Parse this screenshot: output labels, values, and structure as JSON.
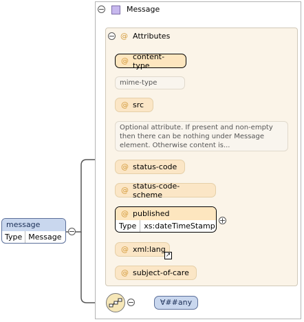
{
  "message_group": {
    "title": "Message"
  },
  "attributes_group": {
    "title": "Attributes"
  },
  "attributes": [
    {
      "name": "content-type"
    },
    {
      "name": "src"
    },
    {
      "name": "status-code"
    },
    {
      "name": "status-code-scheme"
    },
    {
      "name": "published",
      "type_label": "Type",
      "type_value": "xs:dateTimeStamp"
    },
    {
      "name": "xml:lang"
    },
    {
      "name": "subject-of-care"
    }
  ],
  "notes": {
    "content_type": "mime-type",
    "src": "Optional attribute. If present and non-empty then there can be nothing under Message element. Otherwise content is..."
  },
  "message_element": {
    "name": "message",
    "type_label": "Type",
    "type_value": "Message"
  },
  "any_element": {
    "label": "∀##any"
  },
  "icons": {
    "collapse": "⊖",
    "expand": "⊕",
    "attribute": "@"
  }
}
